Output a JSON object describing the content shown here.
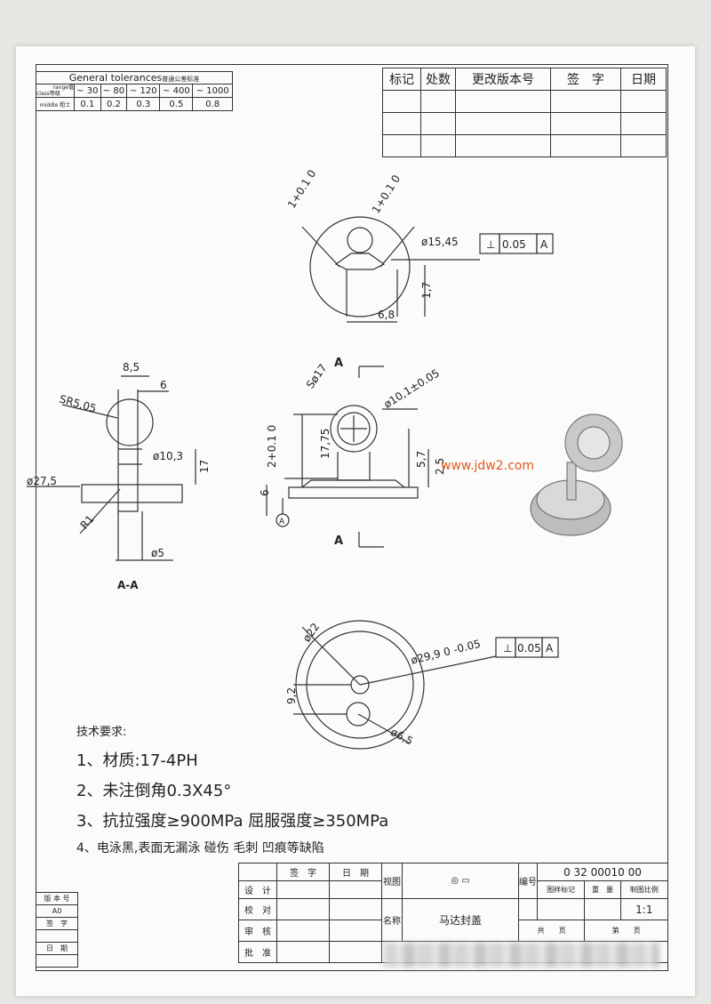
{
  "tolerance_table": {
    "title": "General tolerances",
    "title_cn": "普通公差标准",
    "range_label": "range值",
    "class_label": "class等级",
    "ranges": [
      "~ 30",
      "~ 80",
      "~ 120",
      "~ 400",
      "~ 1000"
    ],
    "row_label": "middle 粗士",
    "values": [
      "0.1",
      "0.2",
      "0.3",
      "0.5",
      "0.8"
    ]
  },
  "revision_table": {
    "headers": [
      "标记",
      "处数",
      "更改版本号",
      "签　字",
      "日期"
    ]
  },
  "dimensions": {
    "top_view": {
      "d1": "1+0.1 0",
      "d2": "1+0.1 0",
      "diameter": "ø15,45",
      "h": "1,7",
      "w": "6,8"
    },
    "gdt_top": {
      "symbol": "⊥",
      "value": "0.05",
      "datum": "A"
    },
    "section": {
      "w1": "8,5",
      "w2": "6",
      "sr": "SR5,05",
      "d103": "ø10,3",
      "h17": "17",
      "d275": "ø27,5",
      "r1": "R1",
      "d5": "ø5",
      "label": "A-A"
    },
    "front": {
      "s17": "Sø17",
      "d101": "ø10,1±0.05",
      "h1775": "17,75",
      "h2": "2+0.1 0",
      "h57": "5,7",
      "h25": "2,5",
      "h6": "6",
      "datum": "A",
      "cut": "A"
    },
    "bottom": {
      "d22": "ø22",
      "d299": "ø29,9 0 -0.05",
      "h92": "9,2",
      "d65": "ø6,5"
    },
    "gdt_bottom": {
      "symbol": "⊥",
      "value": "0.05",
      "datum": "A"
    }
  },
  "watermark": "www.jdw2.com",
  "notes": {
    "heading": "技术要求:",
    "items": [
      "1、材质:17-4PH",
      "2、未注倒角0.3X45°",
      "3、抗拉强度≥900MPa   屈服强度≥350MPa",
      "4、电泳黑,表面无漏泳  碰伤  毛刺  凹痕等缺陷"
    ]
  },
  "title_block": {
    "sign": "签　字",
    "date": "日　期",
    "rows": [
      "设　计",
      "校　对",
      "审　核",
      "批　准"
    ],
    "view": "视图",
    "name_label": "名称",
    "part_name": "马达封盖",
    "drawing_no_label": "编号",
    "drawing_no": "0 32 00010 00",
    "marks": [
      "图样标记",
      "重　量",
      "制图比例"
    ],
    "scale": "1:1",
    "sheet": [
      "共　　页",
      "第　　页"
    ]
  },
  "left_block": {
    "labels": [
      "版 本 号",
      "A0",
      "签　字",
      "日　期"
    ]
  }
}
